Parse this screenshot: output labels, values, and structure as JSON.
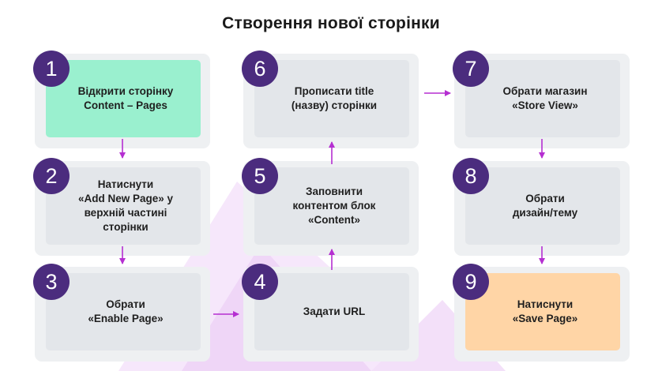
{
  "title": "Створення нової сторінки",
  "accent_color": "#b52fd1",
  "badge_color": "#4b2c7e",
  "steps": [
    {
      "num": "1",
      "text": "Відкрити сторінку\nContent – Pages"
    },
    {
      "num": "2",
      "text": "Натиснути\n«Add New Page» у\nверхній частині\nсторінки"
    },
    {
      "num": "3",
      "text": "Обрати\n«Enable Page»"
    },
    {
      "num": "4",
      "text": "Задати URL"
    },
    {
      "num": "5",
      "text": "Заповнити\nконтентом блок\n«Content»"
    },
    {
      "num": "6",
      "text": "Прописати title\n(назву) сторінки"
    },
    {
      "num": "7",
      "text": "Обрати магазин\n«Store View»"
    },
    {
      "num": "8",
      "text": "Обрати\nдизайн/тему"
    },
    {
      "num": "9",
      "text": "Натиснути\n«Save Page»"
    }
  ]
}
